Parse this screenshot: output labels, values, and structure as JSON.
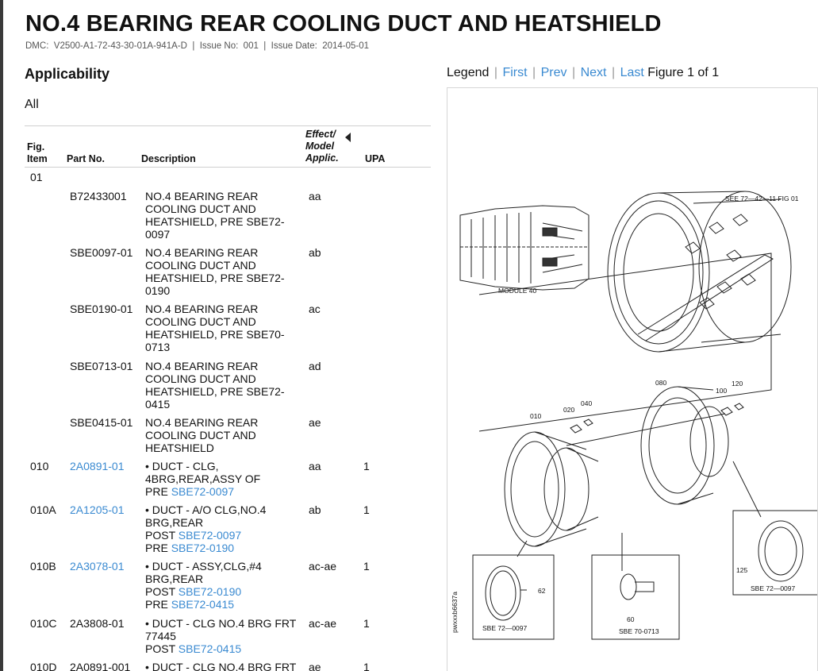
{
  "header": {
    "title": "NO.4 BEARING REAR COOLING DUCT AND HEATSHIELD",
    "dmc_label": "DMC:",
    "dmc_value": "V2500-A1-72-43-30-01A-941A-D",
    "issue_label": "Issue No:",
    "issue_value": "001",
    "date_label": "Issue Date:",
    "date_value": "2014-05-01",
    "separator": "|"
  },
  "applicability": {
    "heading": "Applicability",
    "value": "All"
  },
  "table": {
    "columns": {
      "fig_item": "Fig. Item",
      "part_no": "Part No.",
      "description": "Description",
      "effect": "Effect/ Model Applic.",
      "upa": "UPA"
    },
    "figure_number": "01",
    "rows": [
      {
        "fig": "",
        "part": "B72433001",
        "desc": "NO.4 BEARING REAR COOLING DUCT AND HEATSHIELD, PRE SBE72-0097",
        "eff": "aa",
        "upa": ""
      },
      {
        "fig": "",
        "part": "SBE0097-01",
        "desc": "NO.4 BEARING REAR COOLING DUCT AND HEATSHIELD, PRE SBE72-0190",
        "eff": "ab",
        "upa": ""
      },
      {
        "fig": "",
        "part": "SBE0190-01",
        "desc": "NO.4 BEARING REAR COOLING DUCT AND HEATSHIELD, PRE SBE70-0713",
        "eff": "ac",
        "upa": ""
      },
      {
        "fig": "",
        "part": "SBE0713-01",
        "desc": "NO.4 BEARING REAR COOLING DUCT AND HEATSHIELD, PRE SBE72-0415",
        "eff": "ad",
        "upa": ""
      },
      {
        "fig": "",
        "part": "SBE0415-01",
        "desc": "NO.4 BEARING REAR COOLING DUCT AND HEATSHIELD",
        "eff": "ae",
        "upa": ""
      },
      {
        "fig": "010",
        "part": "2A0891-01",
        "desc_lines": [
          "• DUCT - CLG,",
          "4BRG,REAR,ASSY OF"
        ],
        "desc_pre": "PRE",
        "desc_pre_link": "SBE72-0097",
        "eff": "aa",
        "upa": "1"
      },
      {
        "fig": "010A",
        "part": "2A1205-01",
        "desc_lines": [
          "• DUCT - A/O CLG,NO.4",
          "BRG,REAR"
        ],
        "post_label": "POST",
        "post_link": "SBE72-0097",
        "pre_label": "PRE",
        "pre_link": "SBE72-0190",
        "eff": "ab",
        "upa": "1"
      },
      {
        "fig": "010B",
        "part": "2A3078-01",
        "desc_lines": [
          "• DUCT - ASSY,CLG,#4",
          "BRG,REAR"
        ],
        "post_label": "POST",
        "post_link": "SBE72-0190",
        "pre_label": "PRE",
        "pre_link": "SBE72-0415",
        "eff": "ac-ae",
        "upa": "1"
      },
      {
        "fig": "010C",
        "part": "2A3808-01",
        "desc_lines": [
          "• DUCT - CLG NO.4 BRG FRT",
          "77445"
        ],
        "post_label": "POST",
        "post_link": "SBE72-0415",
        "eff": "ac-ae",
        "upa": "1"
      },
      {
        "fig": "010D",
        "part": "2A0891-001",
        "desc_lines": [
          "• DUCT - CLG NO.4 BRG FRT"
        ],
        "eff": "ae",
        "upa": "1"
      }
    ]
  },
  "figure_nav": {
    "legend": "Legend",
    "first": "First",
    "prev": "Prev",
    "next": "Next",
    "last": "Last",
    "status": "Figure 1 of 1",
    "sep": "|"
  },
  "figure": {
    "see_ref": "SEE 72—42—11 FIG 01",
    "module": "MODULE 40",
    "callouts": [
      "080",
      "100",
      "120",
      "010",
      "020",
      "040",
      "125",
      "62",
      "60"
    ],
    "inset_labels": [
      "SBE 72—0097",
      "SBE 70-0713",
      "SBE 72—0097"
    ],
    "drawing_id": "pwxxxb6637a"
  }
}
